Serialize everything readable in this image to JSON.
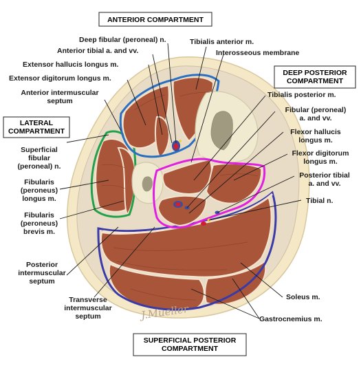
{
  "compartments": {
    "anterior": "ANTERIOR COMPARTMENT",
    "deep_posterior": [
      "DEEP POSTERIOR",
      "COMPARTMENT"
    ],
    "lateral": [
      "LATERAL",
      "COMPARTMENT"
    ],
    "superficial_posterior": [
      "SUPERFICIAL POSTERIOR",
      "COMPARTMENT"
    ]
  },
  "labels": {
    "deep_fibular_n": [
      "Deep fibular (peroneal) n."
    ],
    "anterior_tibial_a": [
      "Anterior tibial a. and vv."
    ],
    "extensor_hallucis": [
      "Extensor hallucis longus m."
    ],
    "extensor_digitorum": [
      "Extensor digitorum longus m."
    ],
    "anterior_intermuscular": [
      "Anterior intermuscular",
      "septum"
    ],
    "superficial_fibular": [
      "Superficial",
      "fibular",
      "(peroneal) n."
    ],
    "fibularis_longus": [
      "Fibularis",
      "(peroneus)",
      "longus m."
    ],
    "fibularis_brevis": [
      "Fibularis",
      "(peroneus)",
      "brevis m."
    ],
    "posterior_intermuscular": [
      "Posterior",
      "intermuscular",
      "septum"
    ],
    "transverse_intermuscular": [
      "Transverse",
      "intermuscular",
      "septum"
    ],
    "tibialis_anterior": [
      "Tibialis anterior m."
    ],
    "interosseous_membrane": [
      "Interosseous membrane"
    ],
    "tibialis_posterior": [
      "Tibialis posterior m."
    ],
    "fibular_a": [
      "Fibular (peroneal)",
      "a. and vv."
    ],
    "flexor_hallucis": [
      "Flexor hallucis",
      "longus m."
    ],
    "flexor_digitorum": [
      "Flexor digitorum",
      "longus m."
    ],
    "posterior_tibial_a": [
      "Posterior tibial",
      "a. and vv."
    ],
    "tibial_n": [
      "Tibial n."
    ],
    "soleus": [
      "Soleus m."
    ],
    "gastrocnemius": [
      "Gastrocnemius m."
    ]
  },
  "signature": "J.Mueller",
  "colors": {
    "skin": "#f4e8c7",
    "fascia": "#e8dcc6",
    "muscle": "#a8553a",
    "anterior_outline": "#2a6fc0",
    "deep_posterior_outline": "#e020e0",
    "lateral_outline": "#22a04a",
    "superficial_posterior_outline": "#3a3aa8",
    "bone": "#efead0",
    "marrow": "#a09a80"
  }
}
